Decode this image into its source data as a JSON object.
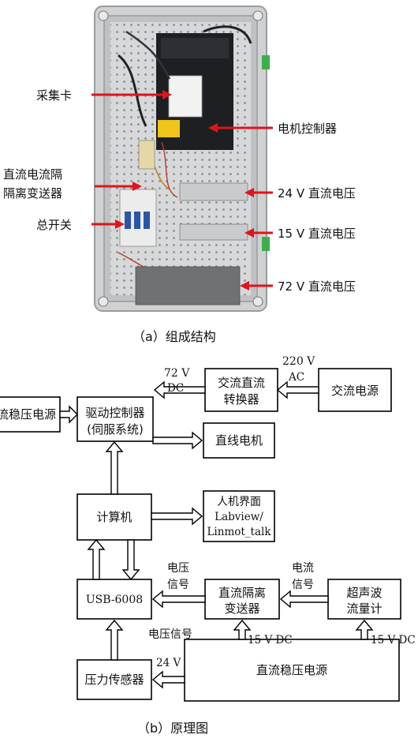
{
  "photo": {
    "labels": {
      "daq_card": "采集卡",
      "motor_controller": "电机控制器",
      "isolation_transmitter_line1": "直流电流隔",
      "isolation_transmitter_line2": "隔离变送器",
      "main_switch": "总开关",
      "dc24": "24 V 直流电压",
      "dc15": "15 V 直流电压",
      "dc72": "72 V 直流电压"
    },
    "caption": "（a）组成结构"
  },
  "diagram": {
    "boxes": {
      "regulated_psu_left": "流稳压电源",
      "driver_controller_line1": "驱动控制器",
      "driver_controller_line2": "(伺服系统)",
      "ac_dc_converter_line1": "交流直流",
      "ac_dc_converter_line2": "转换器",
      "ac_power": "交流电源",
      "linear_motor": "直线电机",
      "computer": "计算机",
      "hmi_line1": "人机界面",
      "hmi_line2": "Labview/",
      "hmi_line3": "Linmot_talk",
      "usb_6008": "USB-6008",
      "isolation_transmitter_line1": "直流隔离",
      "isolation_transmitter_line2": "变送器",
      "ultrasonic_line1": "超声波",
      "ultrasonic_line2": "流量计",
      "pressure_sensor": "压力传感器",
      "regulated_psu_bottom": "直流稳压电源"
    },
    "edge_labels": {
      "v72_line1": "72 V",
      "v72_line2": "DC",
      "v220_line1": "220 V",
      "v220_line2": "AC",
      "voltage_signal_line1": "电压",
      "voltage_signal_line2": "信号",
      "current_signal_line1": "电流",
      "current_signal_line2": "信号",
      "voltage_signal_bottom": "电压信号",
      "dc15_a": "15 V DC",
      "dc15_b": "15 V DC",
      "v24": "24 V"
    },
    "caption": "（b）原理图"
  }
}
